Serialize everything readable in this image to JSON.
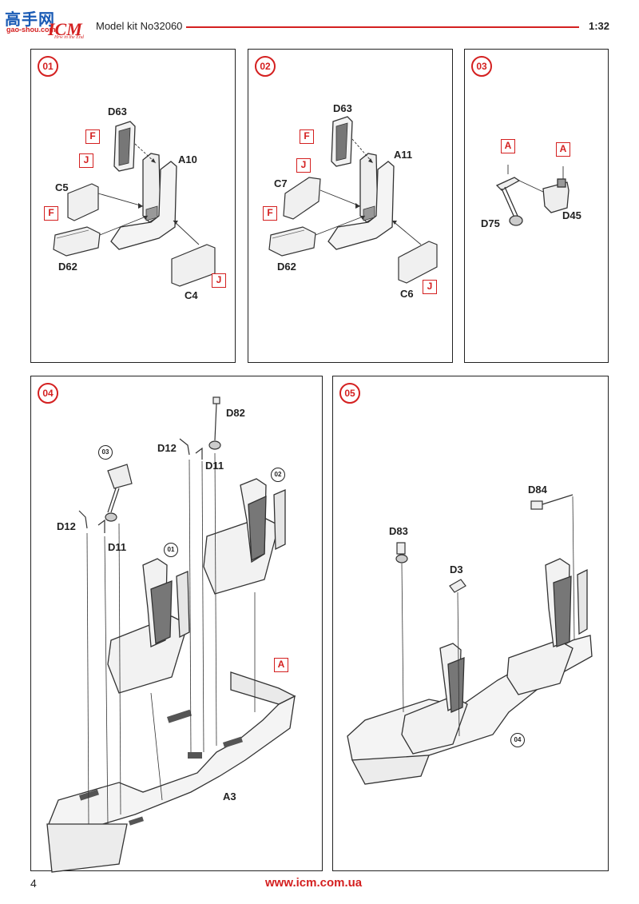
{
  "header": {
    "logo_cn": "高手网",
    "logo_sub": "gao-shou.com",
    "logo_brand": "ICM",
    "logo_tagline": "Hrw in the End",
    "title": "Model kit No32060",
    "scale": "1:32"
  },
  "steps": [
    {
      "number": "01",
      "parts": [
        "D63",
        "A10",
        "C5",
        "D62",
        "C4"
      ],
      "tags": [
        "F",
        "J",
        "F",
        "J"
      ]
    },
    {
      "number": "02",
      "parts": [
        "D63",
        "A11",
        "C7",
        "D62",
        "C6"
      ],
      "tags": [
        "F",
        "J",
        "F",
        "J"
      ]
    },
    {
      "number": "03",
      "parts": [
        "D75",
        "D45"
      ],
      "tags": [
        "A",
        "A"
      ]
    },
    {
      "number": "04",
      "parts": [
        "D82",
        "D12",
        "D11",
        "D12",
        "D11",
        "A3"
      ],
      "tags": [
        "A"
      ],
      "refs": [
        "03",
        "02",
        "01"
      ]
    },
    {
      "number": "05",
      "parts": [
        "D84",
        "D83",
        "D3"
      ],
      "refs": [
        "04"
      ]
    }
  ],
  "footer": {
    "page_number": "4",
    "url": "www.icm.com.ua"
  }
}
